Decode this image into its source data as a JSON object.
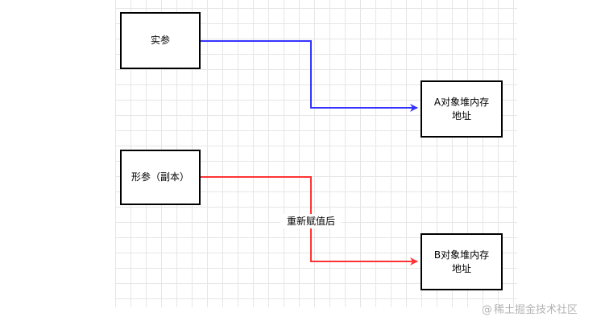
{
  "nodes": {
    "actual_param": "实参",
    "formal_param": "形参（副本）",
    "heap_a": "A对象堆内存\n地址",
    "heap_b": "B对象堆内存\n地址"
  },
  "edges": {
    "reassign_label": "重新赋值后"
  },
  "watermark": {
    "at_symbol": "@",
    "text": "稀土掘金技术社区"
  },
  "colors": {
    "edge_top": "#3333ff",
    "edge_bottom": "#ff3333",
    "node_border": "#000000",
    "grid_line": "#e6e6e6"
  }
}
